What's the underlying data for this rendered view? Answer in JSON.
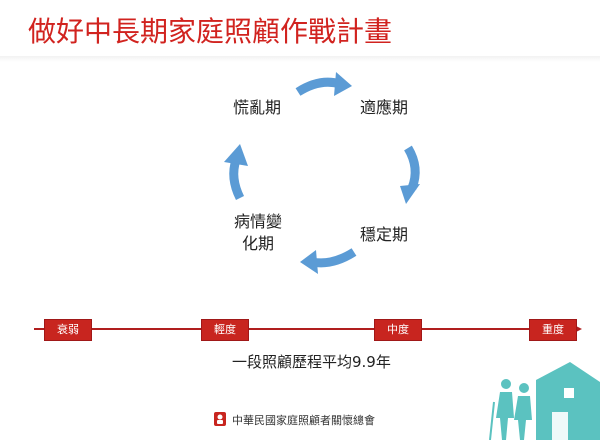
{
  "title": "做好中長期家庭照顧作戰計畫",
  "cycle": {
    "phases": [
      "慌亂期",
      "適應期",
      "穩定期",
      "病情變化期"
    ],
    "arrow_color": "#5b9bd5"
  },
  "timeline": {
    "stages": [
      "衰弱",
      "輕度",
      "中度",
      "重度"
    ],
    "line_color": "#b01e1e",
    "box_color": "#c8251f",
    "caption": "一段照顧歷程平均9.9年"
  },
  "footer": {
    "org_name": "中華民國家庭照顧者關懷總會",
    "logo_icon": "caregiver-logo-icon"
  },
  "decoration": {
    "house_icon": "house-with-people-icon",
    "house_color": "#5bc2c0"
  }
}
